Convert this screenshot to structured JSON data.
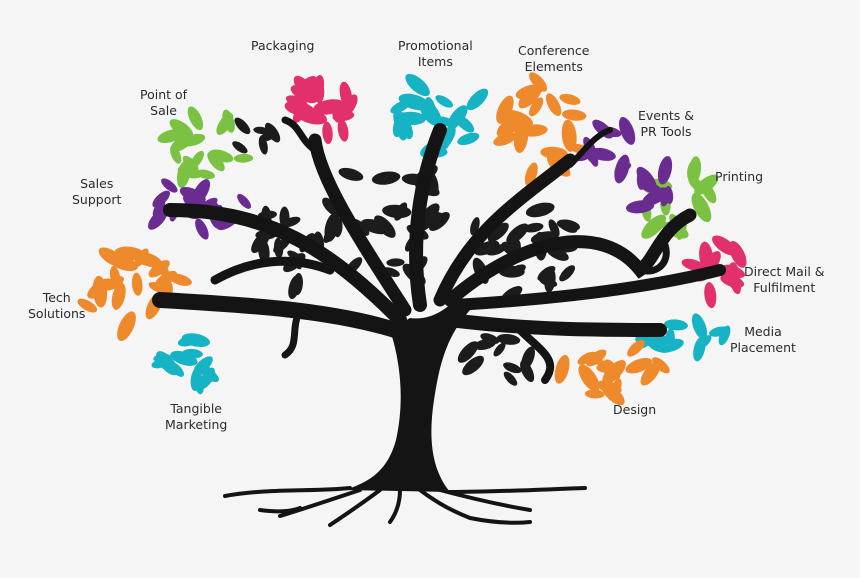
{
  "labels": [
    {
      "id": "packaging",
      "text": "Packaging"
    },
    {
      "id": "promotional-items",
      "text": "Promotional\nItems"
    },
    {
      "id": "conference-elements",
      "text": "Conference\nElements"
    },
    {
      "id": "events-pr-tools",
      "text": "Events &\nPR Tools"
    },
    {
      "id": "printing",
      "text": "Printing"
    },
    {
      "id": "direct-mail",
      "text": "Direct Mail &\nFulfilment"
    },
    {
      "id": "media-placement",
      "text": "Media\nPlacement"
    },
    {
      "id": "design",
      "text": "Design"
    },
    {
      "id": "tangible-marketing",
      "text": "Tangible\nMarketing"
    },
    {
      "id": "tech-solutions",
      "text": "Tech\nSolutions"
    },
    {
      "id": "sales-support",
      "text": "Sales\nSupport"
    },
    {
      "id": "point-of-sale",
      "text": "Point of\nSale"
    }
  ],
  "colors": {
    "background": "#f5f5f6",
    "trunk": "#141414",
    "pink": "#e2306c",
    "teal": "#16b3c4",
    "orange": "#ee8a2c",
    "purple": "#6a2c91",
    "green": "#7cc242",
    "dark": "#1c1c1c"
  }
}
